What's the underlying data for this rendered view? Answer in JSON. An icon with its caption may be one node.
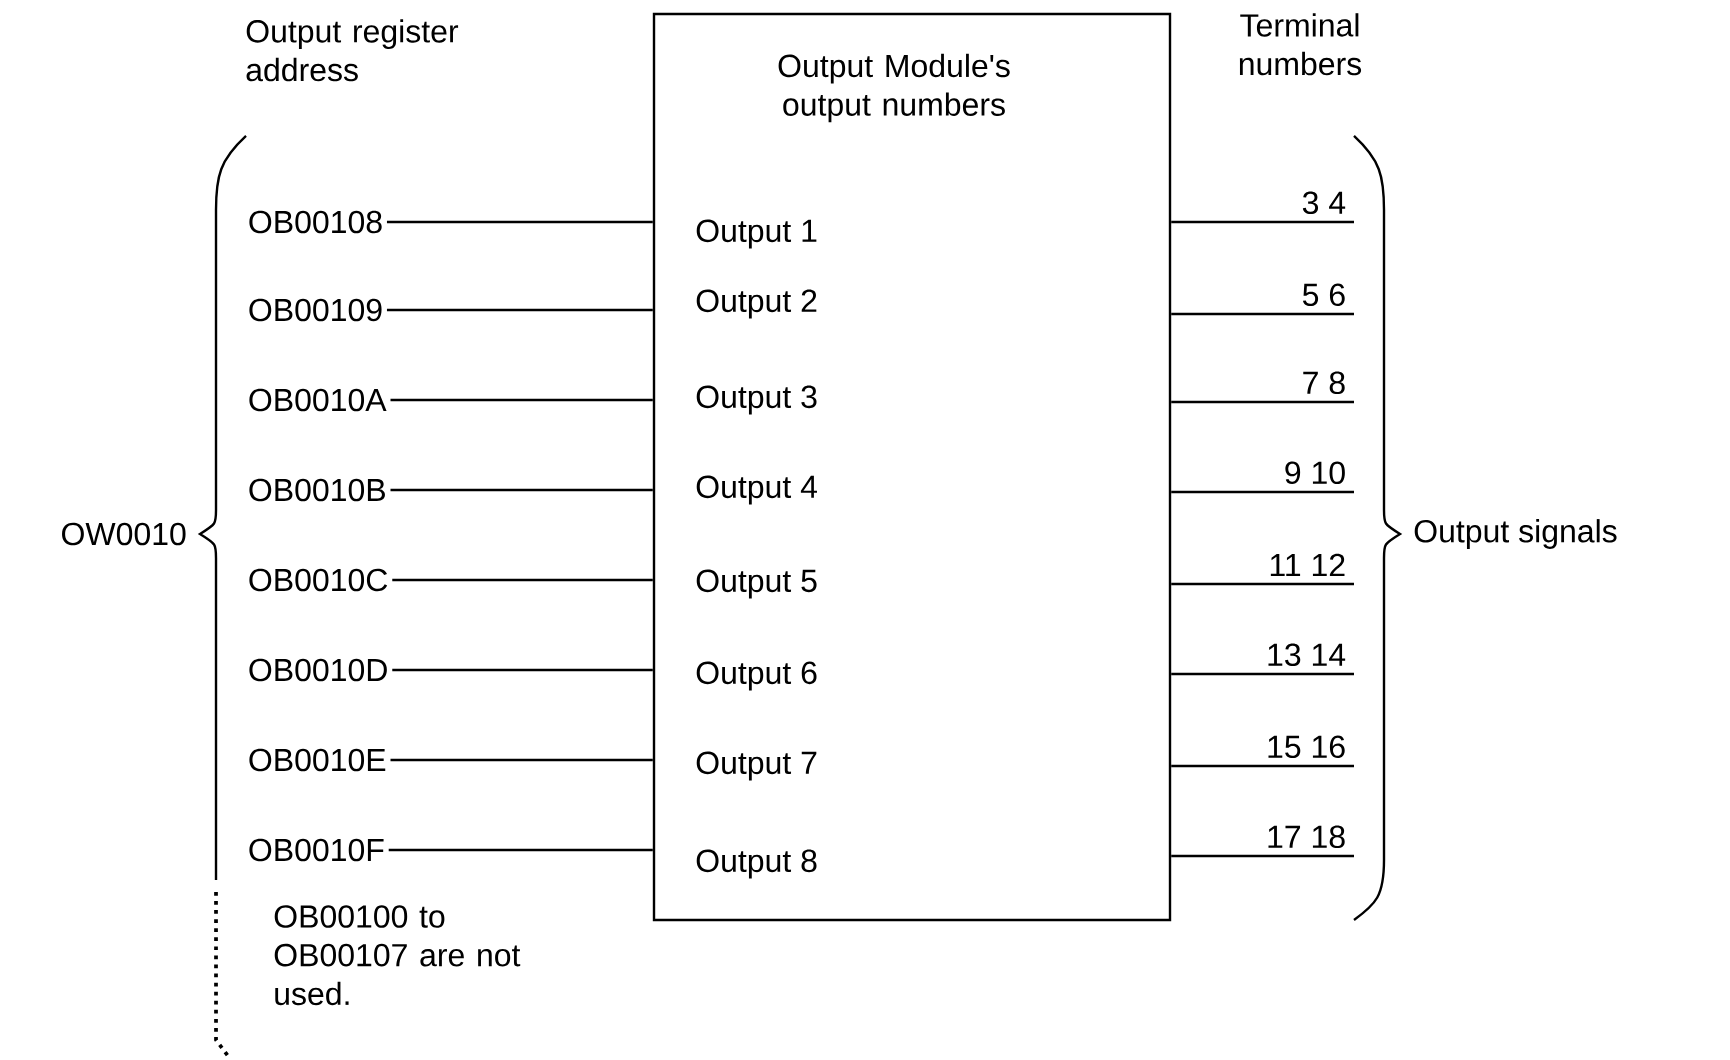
{
  "diagram": {
    "nodes": [
      {
        "text": [
          "Output Module's output numbers",
          "Output 1",
          "Output 2",
          "Output 3",
          "Output 4",
          "Output 5",
          "Output 6",
          "Output 7",
          "Output 8"
        ]
      },
      {
        "text": [
          "OB00108"
        ]
      },
      {
        "text": [
          "OB00109"
        ]
      },
      {
        "text": [
          "OB0010A"
        ]
      },
      {
        "text": [
          "OB0010B"
        ]
      },
      {
        "text": [
          "OB0010C"
        ]
      },
      {
        "text": [
          "OB0010D"
        ]
      },
      {
        "text": [
          "OB0010E"
        ]
      },
      {
        "text": [
          "OB0010F"
        ]
      },
      {
        "text": [
          "3 4"
        ]
      },
      {
        "text": [
          "5 6"
        ]
      },
      {
        "text": [
          "7 8"
        ]
      },
      {
        "text": [
          "9 10"
        ]
      },
      {
        "text": [
          "11 12"
        ]
      },
      {
        "text": [
          "13 14"
        ]
      },
      {
        "text": [
          "15 16"
        ]
      },
      {
        "text": [
          "17 18"
        ]
      }
    ],
    "edges": [
      {
        "from": 1,
        "to": 0,
        "arrow": "none"
      },
      {
        "from": 2,
        "to": 0,
        "arrow": "none"
      },
      {
        "from": 3,
        "to": 0,
        "arrow": "none"
      },
      {
        "from": 4,
        "to": 0,
        "arrow": "none"
      },
      {
        "from": 5,
        "to": 0,
        "arrow": "none"
      },
      {
        "from": 6,
        "to": 0,
        "arrow": "none"
      },
      {
        "from": 7,
        "to": 0,
        "arrow": "none"
      },
      {
        "from": 8,
        "to": 0,
        "arrow": "none"
      },
      {
        "from": 0,
        "to": 9,
        "arrow": "none"
      },
      {
        "from": 0,
        "to": 10,
        "arrow": "none"
      },
      {
        "from": 0,
        "to": 11,
        "arrow": "none"
      },
      {
        "from": 0,
        "to": 12,
        "arrow": "none"
      },
      {
        "from": 0,
        "to": 13,
        "arrow": "none"
      },
      {
        "from": 0,
        "to": 14,
        "arrow": "none"
      },
      {
        "from": 0,
        "to": 15,
        "arrow": "none"
      },
      {
        "from": 0,
        "to": 16,
        "arrow": "none"
      }
    ],
    "labels": [
      "Output register address",
      "Terminal numbers",
      "OW0010",
      "Output signals",
      "OB00100 to OB00107 are not used."
    ]
  }
}
